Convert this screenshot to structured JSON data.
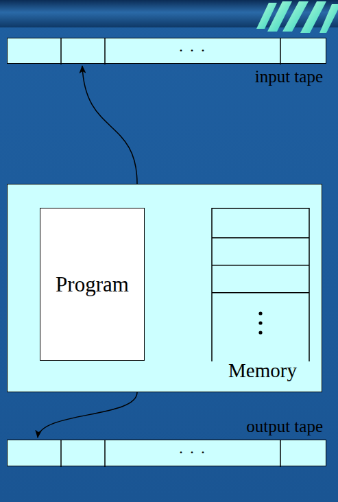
{
  "diagram": {
    "nodes": [
      {
        "text": [
          ". . .",
          "input tape"
        ]
      },
      {
        "text": []
      },
      {
        "text": [
          "Program"
        ],
        "in": 1
      },
      {
        "text": [
          "Memory"
        ],
        "in": 1
      },
      {
        "text": [
          ". . .",
          "output tape"
        ]
      }
    ],
    "edges": [
      {
        "from": 1,
        "to": 0,
        "arrow": "to"
      },
      {
        "from": 1,
        "to": 4,
        "arrow": "to"
      }
    ]
  }
}
